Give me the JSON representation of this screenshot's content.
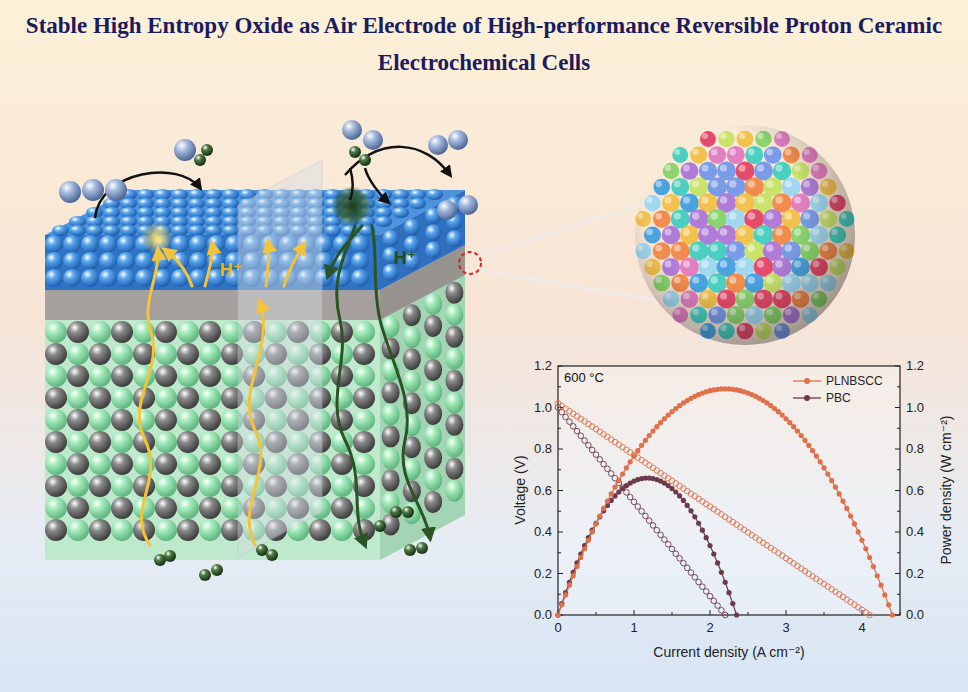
{
  "diagram": {
    "title": "Stable High Entropy Oxide as Air Electrode of High-performance Reversible Proton Ceramic Electrochemical Cells",
    "labels": [
      "H⁺",
      "H⁺",
      "600 °C",
      "Voltage (V)",
      "Power density (W cm⁻²)",
      "Current density (A cm⁻²)",
      "0.0",
      "0.2",
      "0.4",
      "0.6",
      "0.8",
      "1.0",
      "1.2",
      "0.0",
      "0.2",
      "0.4",
      "0.6",
      "0.8",
      "1.0",
      "1.2",
      "0",
      "1",
      "2",
      "3",
      "4"
    ],
    "legend": [
      {
        "text": "PLNBSCC"
      },
      {
        "text": "PBC"
      }
    ]
  }
}
